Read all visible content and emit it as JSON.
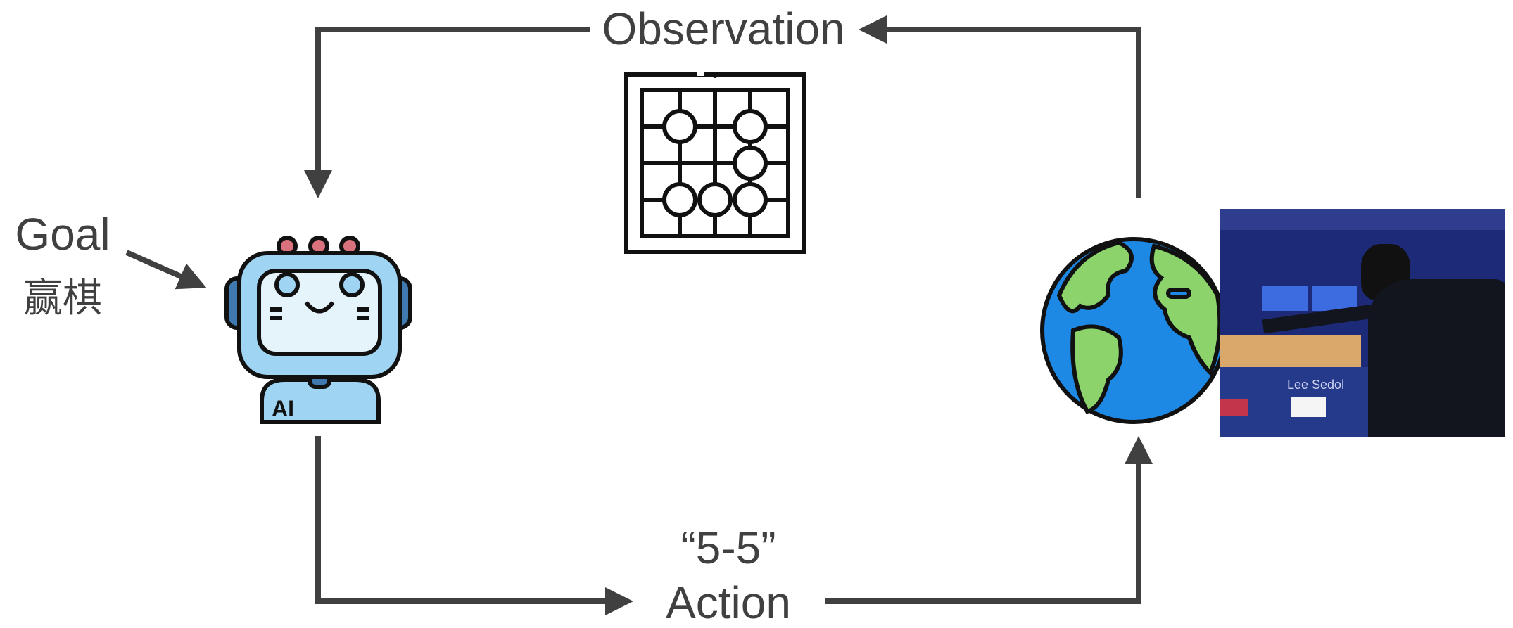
{
  "labels": {
    "observation": "Observation",
    "goal": "Goal",
    "goal_cn": "赢棋",
    "action_value": "“5-5”",
    "action": "Action"
  },
  "photo": {
    "caption_text": "Lee Sedol"
  },
  "colors": {
    "arrow": "#404040",
    "robot_body": "#9fd4f3",
    "globe_ocean": "#1e88e5",
    "globe_land": "#8bd36a"
  }
}
